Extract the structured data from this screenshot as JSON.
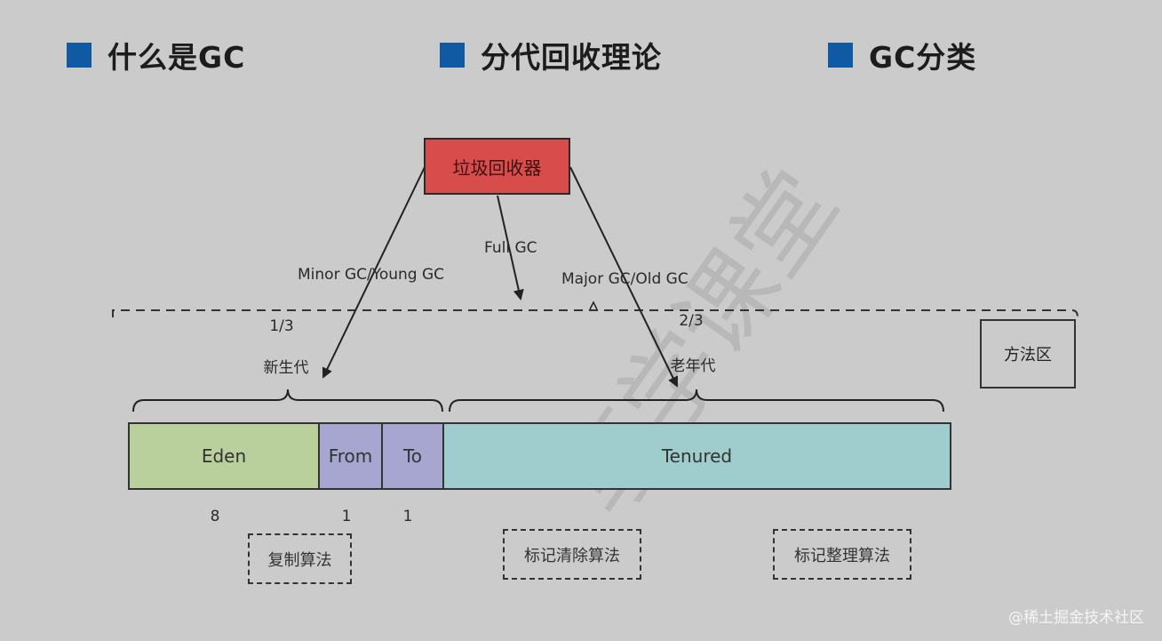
{
  "headings": [
    {
      "text": "什么是GC",
      "color": "#0f5aa3"
    },
    {
      "text": "分代回收理论",
      "color": "#0f5aa3"
    },
    {
      "text": "GC分类",
      "color": "#0f5aa3"
    }
  ],
  "collector": {
    "label": "垃圾回收器",
    "color": "#d94c4c"
  },
  "arrows": {
    "minor": "Minor GC/Young GC",
    "full": "Full GC",
    "major": "Major GC/Old GC"
  },
  "young": {
    "ratio": "1/3",
    "label": "新生代"
  },
  "old": {
    "ratio": "2/3",
    "label": "老年代"
  },
  "method_area": "方法区",
  "segments": {
    "eden": {
      "label": "Eden",
      "size": "8",
      "color": "#b9cf9c"
    },
    "from": {
      "label": "From",
      "size": "1",
      "color": "#a6a6d0"
    },
    "to": {
      "label": "To",
      "size": "1",
      "color": "#a6a6d0"
    },
    "tenured": {
      "label": "Tenured",
      "color": "#9fcccc"
    }
  },
  "algorithms": {
    "copy": "复制算法",
    "mark_sweep": "标记清除算法",
    "mark_compact": "标记整理算法"
  },
  "watermark": "享学课堂",
  "footer": "@稀土掘金技术社区"
}
